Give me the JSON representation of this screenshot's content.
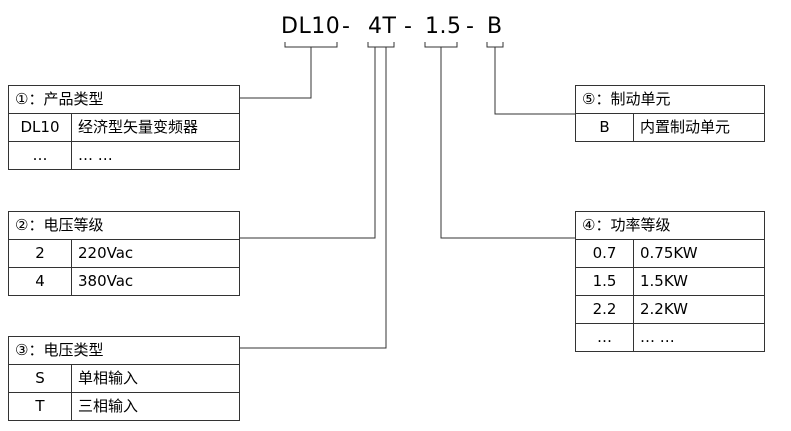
{
  "model_code": {
    "series": "DL10",
    "sep1": "-",
    "voltage_phase": "4T",
    "sep2": "-",
    "power": "1.5",
    "sep3": "-",
    "brake": "B"
  },
  "tables": {
    "product_type": {
      "title": "①：产品类型",
      "rows": [
        [
          "DL10",
          "经济型矢量变频器"
        ],
        [
          "…",
          "… …"
        ]
      ]
    },
    "voltage_level": {
      "title": "②：电压等级",
      "rows": [
        [
          "2",
          "220Vac"
        ],
        [
          "4",
          "380Vac"
        ]
      ]
    },
    "voltage_type": {
      "title": "③：电压类型",
      "rows": [
        [
          "S",
          "单相输入"
        ],
        [
          "T",
          "三相输入"
        ]
      ]
    },
    "brake_unit": {
      "title": "⑤：制动单元",
      "rows": [
        [
          "B",
          "内置制动单元"
        ]
      ]
    },
    "power_level": {
      "title": "④：功率等级",
      "rows": [
        [
          "0.7",
          "0.75KW"
        ],
        [
          "1.5",
          "1.5KW"
        ],
        [
          "2.2",
          "2.2KW"
        ],
        [
          "…",
          "… …"
        ]
      ]
    }
  }
}
